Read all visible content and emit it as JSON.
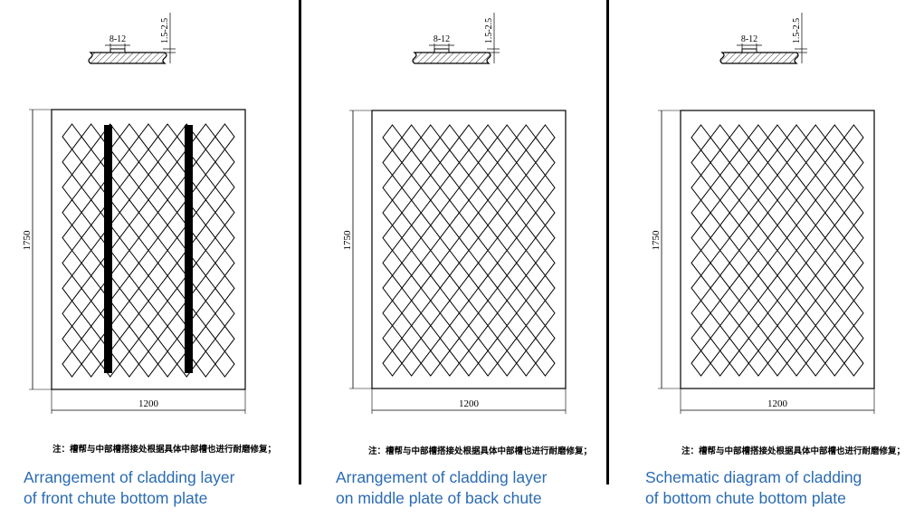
{
  "panels": [
    {
      "id": "front",
      "profile_width_label": "8-12",
      "profile_height_label": "1.5-2.5",
      "dimension_height": "1750",
      "dimension_width": "1200",
      "note": "注：槽帮与中部槽搭接处根据具体中部槽也进行耐磨修复；",
      "caption_line1": "Arrangement of cladding layer",
      "caption_line2": "of front chute bottom plate",
      "has_strips": true
    },
    {
      "id": "middle",
      "profile_width_label": "8-12",
      "profile_height_label": "1.5-2.5",
      "dimension_height": "1750",
      "dimension_width": "1200",
      "note": "注：槽帮与中部槽搭接处根据具体中部槽也进行耐磨修复；",
      "caption_line1": "Arrangement of cladding layer",
      "caption_line2": "on middle plate of back chute",
      "has_strips": false
    },
    {
      "id": "bottom",
      "profile_width_label": "8-12",
      "profile_height_label": "1.5-2.5",
      "dimension_height": "1750",
      "dimension_width": "1200",
      "note": "注：槽帮与中部槽搭接处根据具体中部槽也进行耐磨修复；",
      "caption_line1": "Schematic diagram of cladding",
      "caption_line2": "of bottom chute bottom plate",
      "has_strips": false
    }
  ],
  "colors": {
    "caption": "#2a6bb3",
    "line": "#000000",
    "hatch": "#000000"
  }
}
